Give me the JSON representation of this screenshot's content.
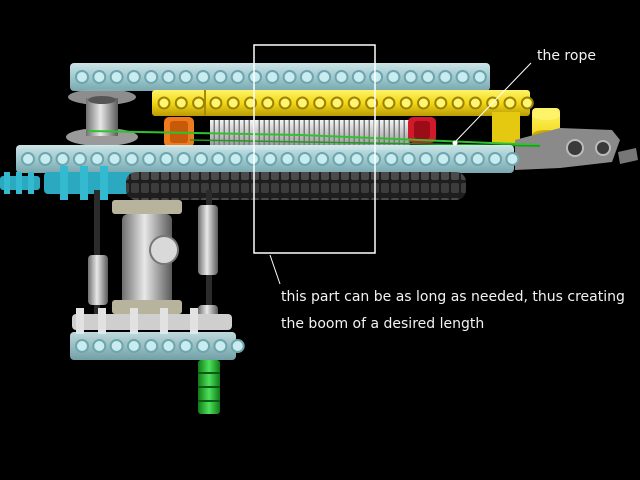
{
  "annotations": {
    "rope_label": "the rope",
    "boom_note_line1": "this part can be as long as needed, thus creating",
    "boom_note_line2": "the boom of a desired length"
  },
  "colors": {
    "background": "#000000",
    "translucent_beam": "#a9d6dc",
    "yellow_beam": "#f2df1c",
    "rope_green": "#2fc22f",
    "orange_part": "#f07a1e",
    "red_part": "#d01a2a",
    "cyan_gear": "#33b9d0",
    "axle_green": "#1fa82c",
    "chain_dark": "#303030",
    "annotation_white": "#ffffff"
  }
}
